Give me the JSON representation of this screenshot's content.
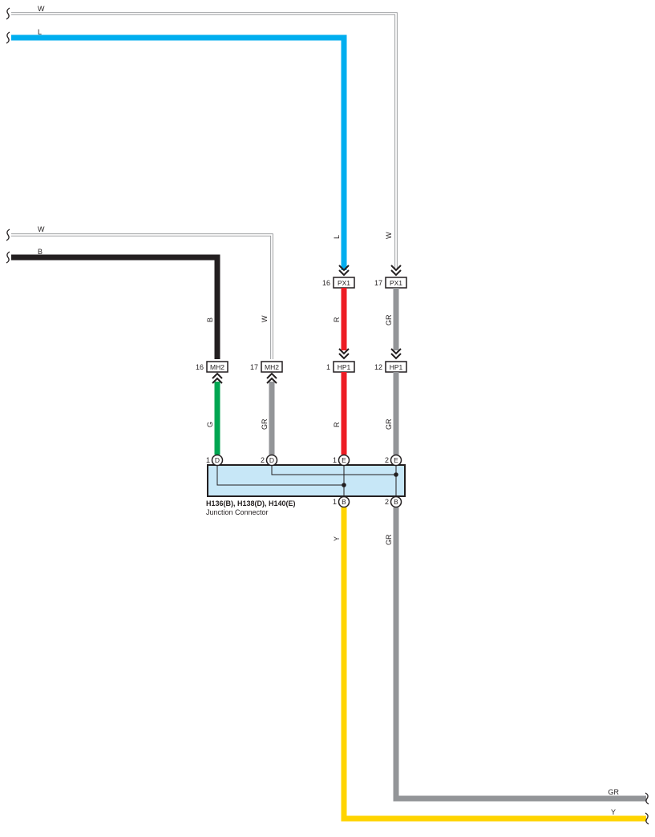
{
  "colors": {
    "L": "#00aeef",
    "B": "#231f20",
    "G": "#00a651",
    "R": "#ed1c24",
    "GR": "#939598",
    "Y": "#ffd400",
    "W_outline": "#939598",
    "junction_fill": "#c7e7f7"
  },
  "wires": {
    "top_w": "W",
    "top_l": "L",
    "mid_w": "W",
    "mid_b": "B",
    "v_l": "L",
    "v_w": "W",
    "v_b": "B",
    "v_w2": "W",
    "v_r_upper": "R",
    "v_gr_upper": "GR",
    "v_g": "G",
    "v_gr_mh": "GR",
    "v_r_lower": "R",
    "v_gr_lower": "GR",
    "v_y": "Y",
    "v_gr_bottom": "GR",
    "bot_gr": "GR",
    "bot_y": "Y"
  },
  "connectors": {
    "px1_a": {
      "pin": "16",
      "name": "PX1"
    },
    "px1_b": {
      "pin": "17",
      "name": "PX1"
    },
    "hp1_a": {
      "pin": "1",
      "name": "HP1"
    },
    "hp1_b": {
      "pin": "12",
      "name": "HP1"
    },
    "mh2_a": {
      "pin": "16",
      "name": "MH2"
    },
    "mh2_b": {
      "pin": "17",
      "name": "MH2"
    }
  },
  "junction": {
    "title": "H136(B), H138(D), H140(E)",
    "subtitle": "Junction Connector",
    "pins": {
      "d1": {
        "pin": "1",
        "letter": "D"
      },
      "d2": {
        "pin": "2",
        "letter": "D"
      },
      "e1": {
        "pin": "1",
        "letter": "E"
      },
      "e2": {
        "pin": "2",
        "letter": "E"
      },
      "b1": {
        "pin": "1",
        "letter": "B"
      },
      "b2": {
        "pin": "2",
        "letter": "B"
      }
    }
  }
}
